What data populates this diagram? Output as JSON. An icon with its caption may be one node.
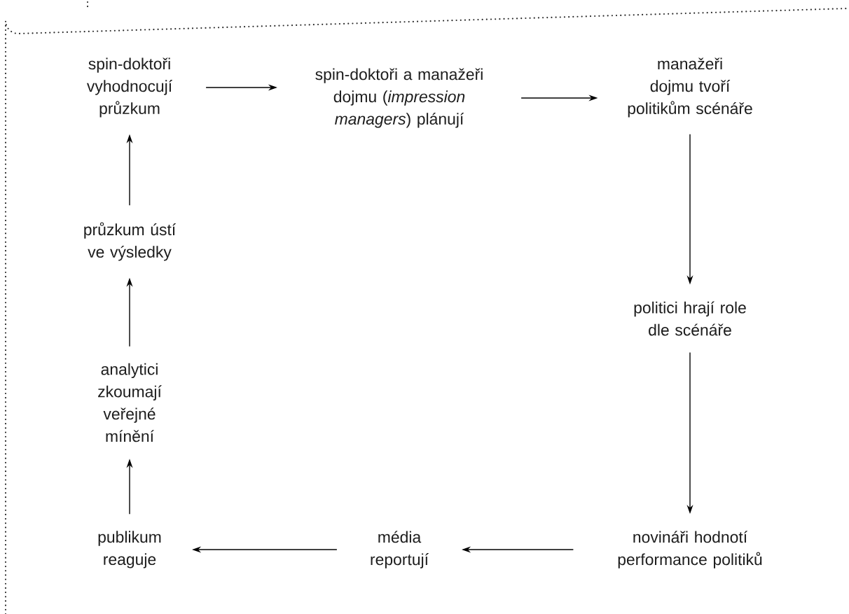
{
  "diagram": {
    "nodes": [
      {
        "text": [
          "spin-doktoři vyhodnocují průzkum"
        ]
      },
      {
        "text": [
          "spin-doktoři a manažeři dojmu (*impression managers*) plánují"
        ]
      },
      {
        "text": [
          "manažeři dojmu tvoří politikům scénáře"
        ]
      },
      {
        "text": [
          "politici hrají role dle scénáře"
        ]
      },
      {
        "text": [
          "novináři hodnotí performance politiků"
        ]
      },
      {
        "text": [
          "média reportují"
        ]
      },
      {
        "text": [
          "publikum reaguje"
        ]
      },
      {
        "text": [
          "analytici zkoumají veřejné mínění"
        ]
      },
      {
        "text": [
          "průzkum ústí ve výsledky"
        ]
      }
    ],
    "edges": [
      {
        "from": 0,
        "to": 1,
        "arrow": "to"
      },
      {
        "from": 1,
        "to": 2,
        "arrow": "to"
      },
      {
        "from": 2,
        "to": 3,
        "arrow": "to"
      },
      {
        "from": 3,
        "to": 4,
        "arrow": "to"
      },
      {
        "from": 4,
        "to": 5,
        "arrow": "to"
      },
      {
        "from": 5,
        "to": 6,
        "arrow": "to"
      },
      {
        "from": 6,
        "to": 7,
        "arrow": "to"
      },
      {
        "from": 7,
        "to": 8,
        "arrow": "to"
      },
      {
        "from": 8,
        "to": 0,
        "arrow": "to"
      }
    ]
  }
}
